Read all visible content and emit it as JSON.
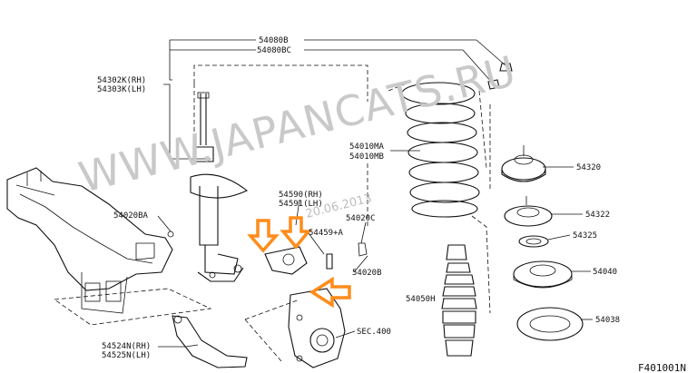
{
  "watermark": {
    "site": "WWW.JAPANCATS.RU",
    "date": "20.06.2013"
  },
  "figure_code": "F401001N",
  "labels": {
    "p54080b": "54080B",
    "p54080bc": "54080BC",
    "p54302k": "54302K(RH)",
    "p54303k": "54303K(LH)",
    "p54010ma": "54010MA",
    "p54010mb": "54010MB",
    "p54320": "54320",
    "p54590": "54590(RH)",
    "p54591": "54591(LH)",
    "p54020c": "54020C",
    "p54020ba": "54020BA",
    "p54459a": "54459+A",
    "p54322": "54322",
    "p54325": "54325",
    "p54020b": "54020B",
    "p54040": "54040",
    "p54050h": "54050H",
    "p54038": "54038",
    "sec400": "SEC.400",
    "p54524n": "54524N(RH)",
    "p54525n": "54525N(LH)"
  },
  "colors": {
    "highlight_arrow": "#ff8c1a",
    "line": "#111111",
    "watermark": "#c9c9c9"
  }
}
